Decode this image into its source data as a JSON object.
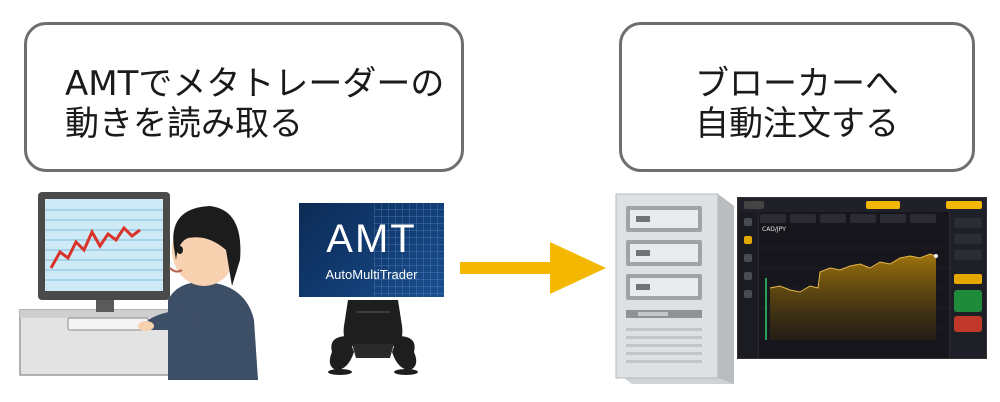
{
  "left_bubble": {
    "lines": [
      "AMTでメタトレーダーの",
      "動きを読み取る"
    ]
  },
  "right_bubble": {
    "lines": [
      "ブローカーへ",
      "自動注文する"
    ]
  },
  "amt_logo": {
    "title": "AMT",
    "subtitle": "AutoMultiTrader",
    "color": "#123d74"
  },
  "arrow": {
    "color": "#f5b800"
  },
  "trading_screen": {
    "pair": "CAD/JPY"
  }
}
